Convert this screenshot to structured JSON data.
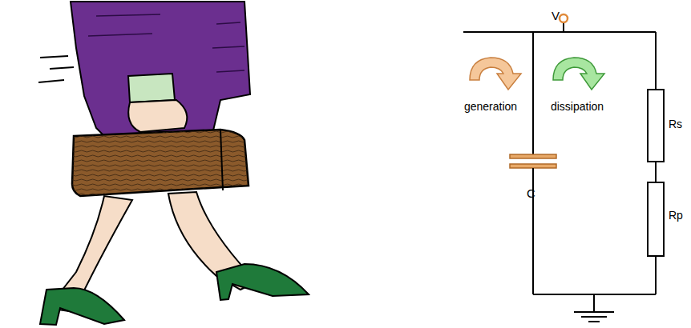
{
  "diagram": {
    "labels": [
      "V",
      "generation",
      "dissipation",
      "C",
      "Rs",
      "Rp"
    ]
  }
}
